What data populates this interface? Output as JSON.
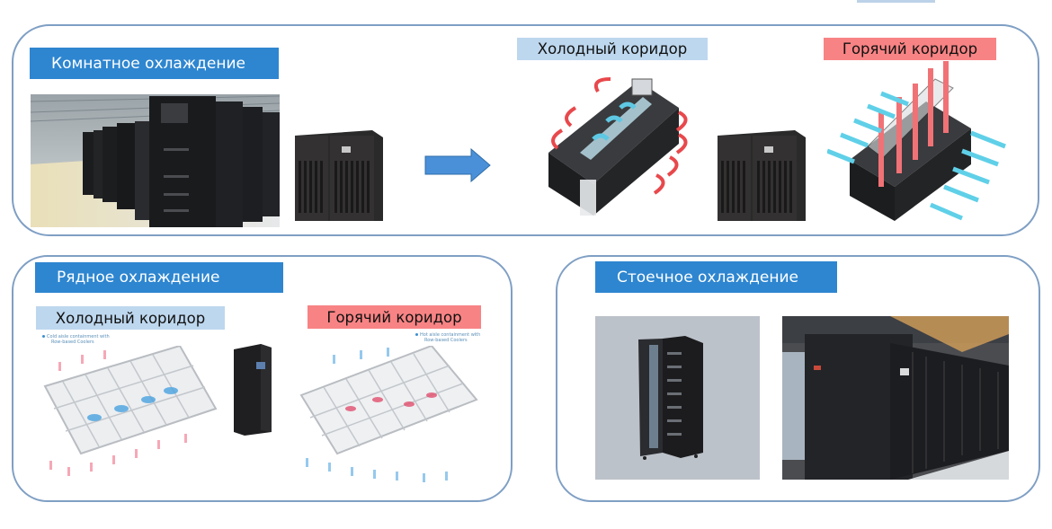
{
  "sections": {
    "room": {
      "title": "Комнатное охлаждение",
      "cold_aisle_label": "Холодный коридор",
      "hot_aisle_label": "Горячий коридор",
      "images": [
        "data-center-server-rows-photo",
        "precision-air-conditioner-unit",
        "cold-aisle-containment-render",
        "precision-air-conditioner-unit",
        "hot-aisle-containment-render"
      ],
      "transition_icon": "arrow-right-icon"
    },
    "row": {
      "title": "Рядное охлаждение",
      "cold_aisle_label": "Холодный коридор",
      "hot_aisle_label": "Горячий коридор",
      "cold_caption_line1": "Cold aisle containment with",
      "cold_caption_line2": "Row-based Coolers",
      "hot_caption_line1": "Hot aisle containment with",
      "hot_caption_line2": "Row-based Coolers",
      "images": [
        "cold-aisle-row-containment-diagram",
        "in-row-cooler-unit",
        "hot-aisle-row-containment-diagram"
      ]
    },
    "rack": {
      "title": "Стоечное охлаждение",
      "images": [
        "rack-cooling-cabinet-open",
        "rack-cooling-row-photo"
      ]
    }
  },
  "colors": {
    "header_blue": "#2e86d0",
    "cold_label": "#bdd7ee",
    "hot_label": "#f88384",
    "panel_border": "#7f9fc4",
    "arrow_blue": "#4a90d9"
  }
}
